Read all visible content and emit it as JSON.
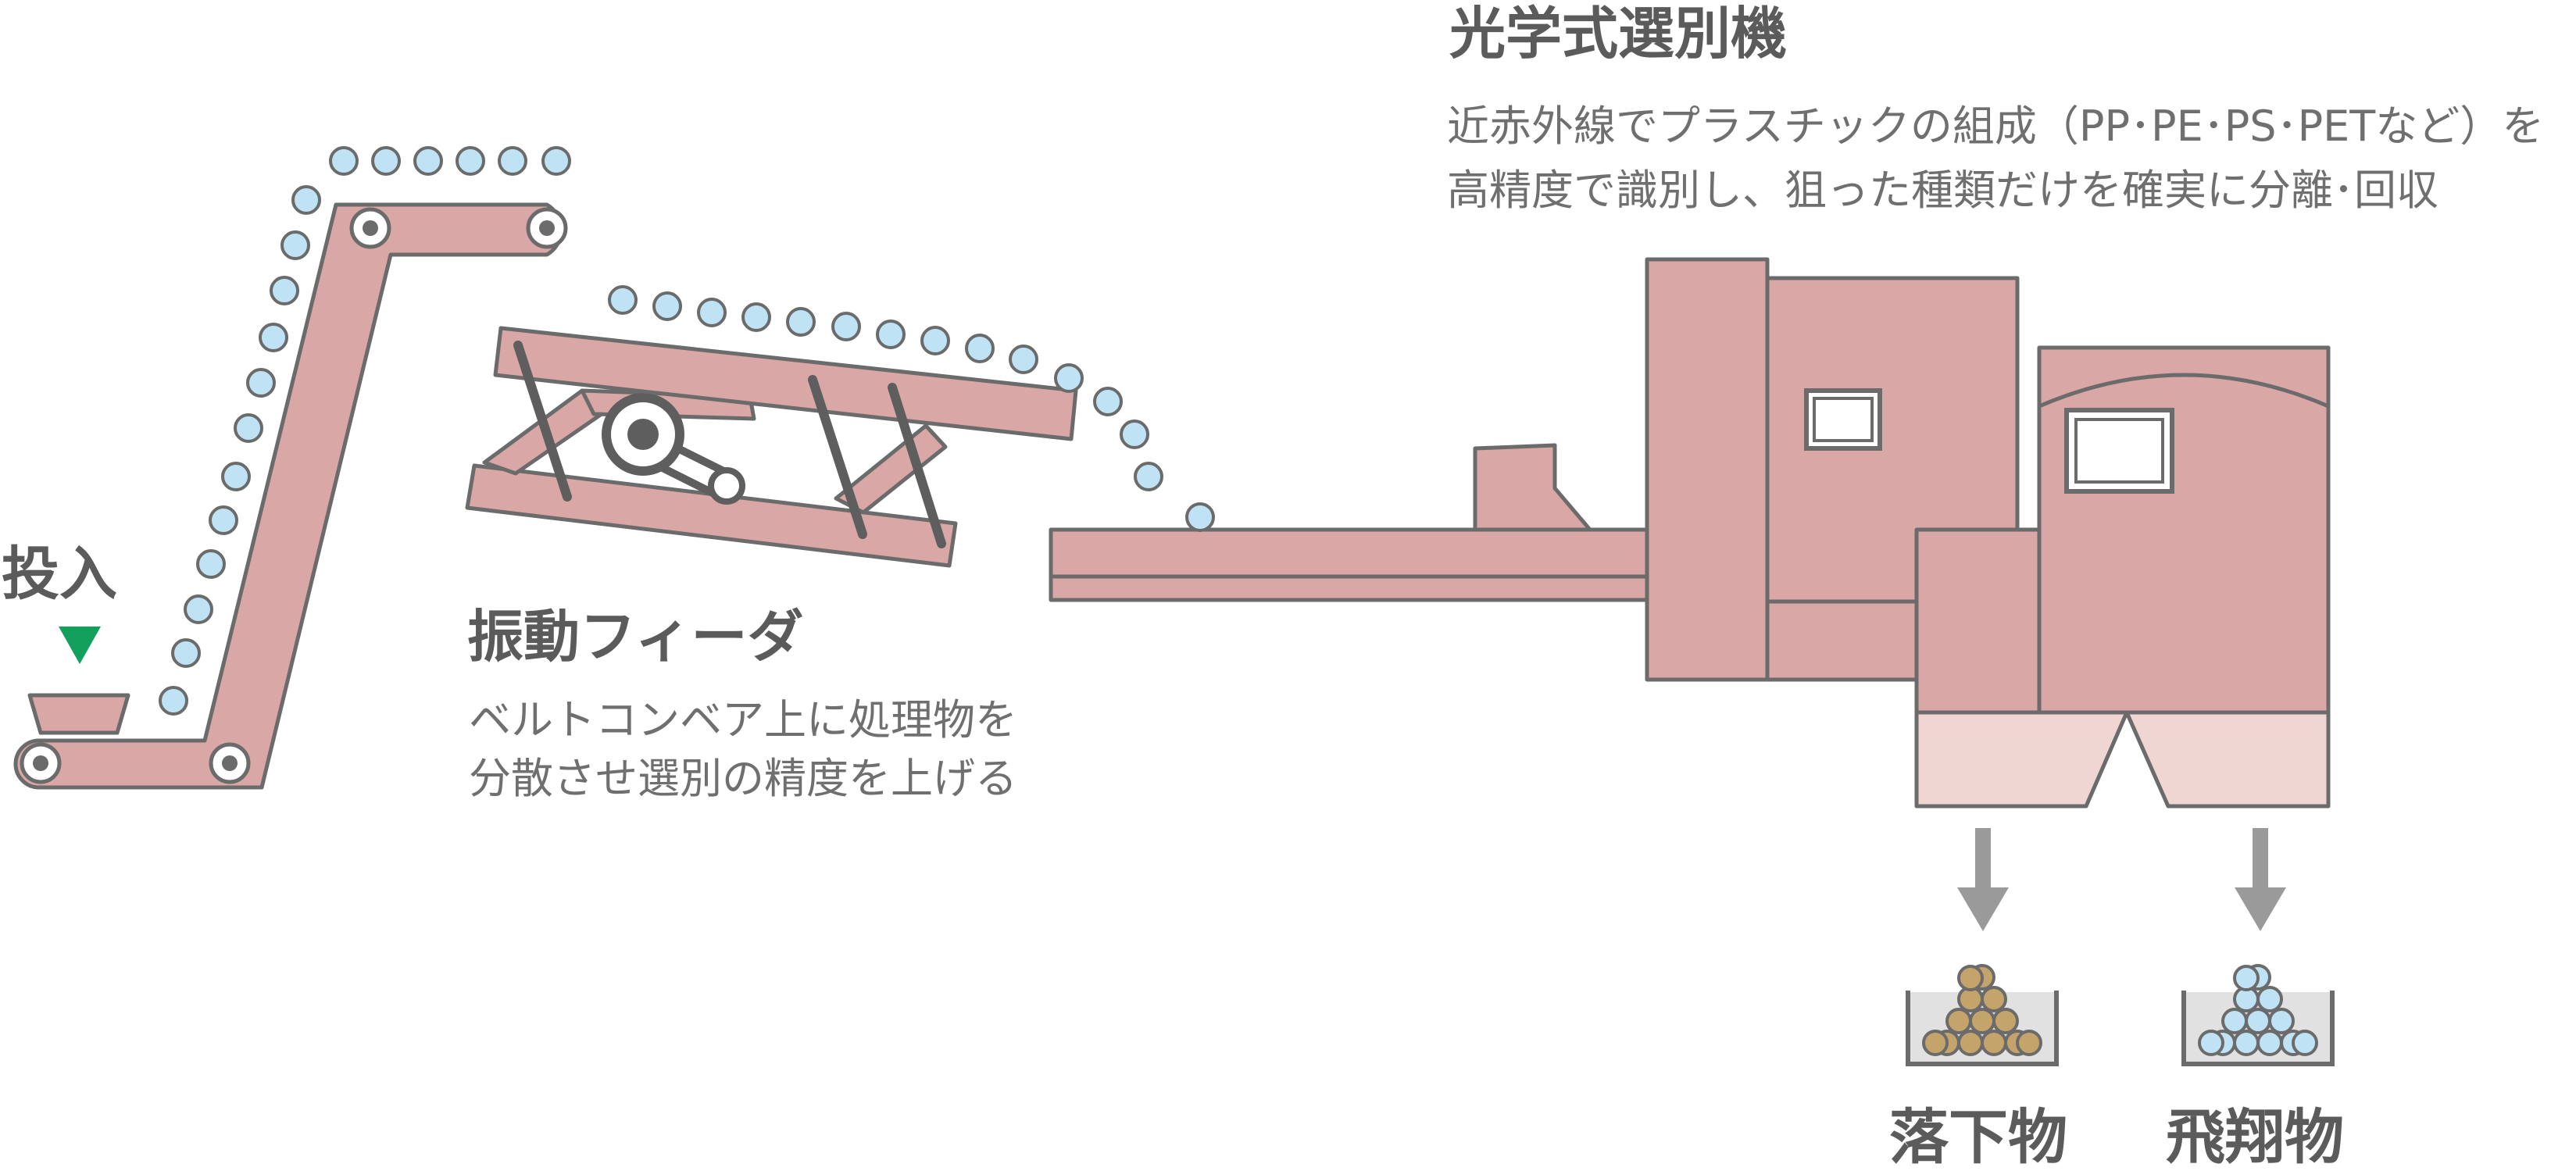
{
  "labels": {
    "input": "投入",
    "feeder_title": "振動フィーダ",
    "feeder_desc": [
      "ベルトコンベア上に処理物を",
      "分散させ選別の精度を上げる"
    ],
    "sorter_title": "光学式選別機",
    "sorter_desc": [
      "近赤外線でプラスチックの組成（PP･PE･PS･PETなど）を",
      "高精度で識別し、狙った種類だけを確実に分離･回収"
    ],
    "output_left": "落下物",
    "output_right": "飛翔物"
  },
  "colors": {
    "machine_body": "#d9a7a5",
    "machine_light": "#f0d6d3",
    "outline": "#6b6b6b",
    "particle_blue": "#bfe3f5",
    "particle_gold": "#c4a46a",
    "input_arrow": "#12a05c",
    "output_arrow": "#9a9a9a",
    "tray": "#e1e1e1"
  }
}
